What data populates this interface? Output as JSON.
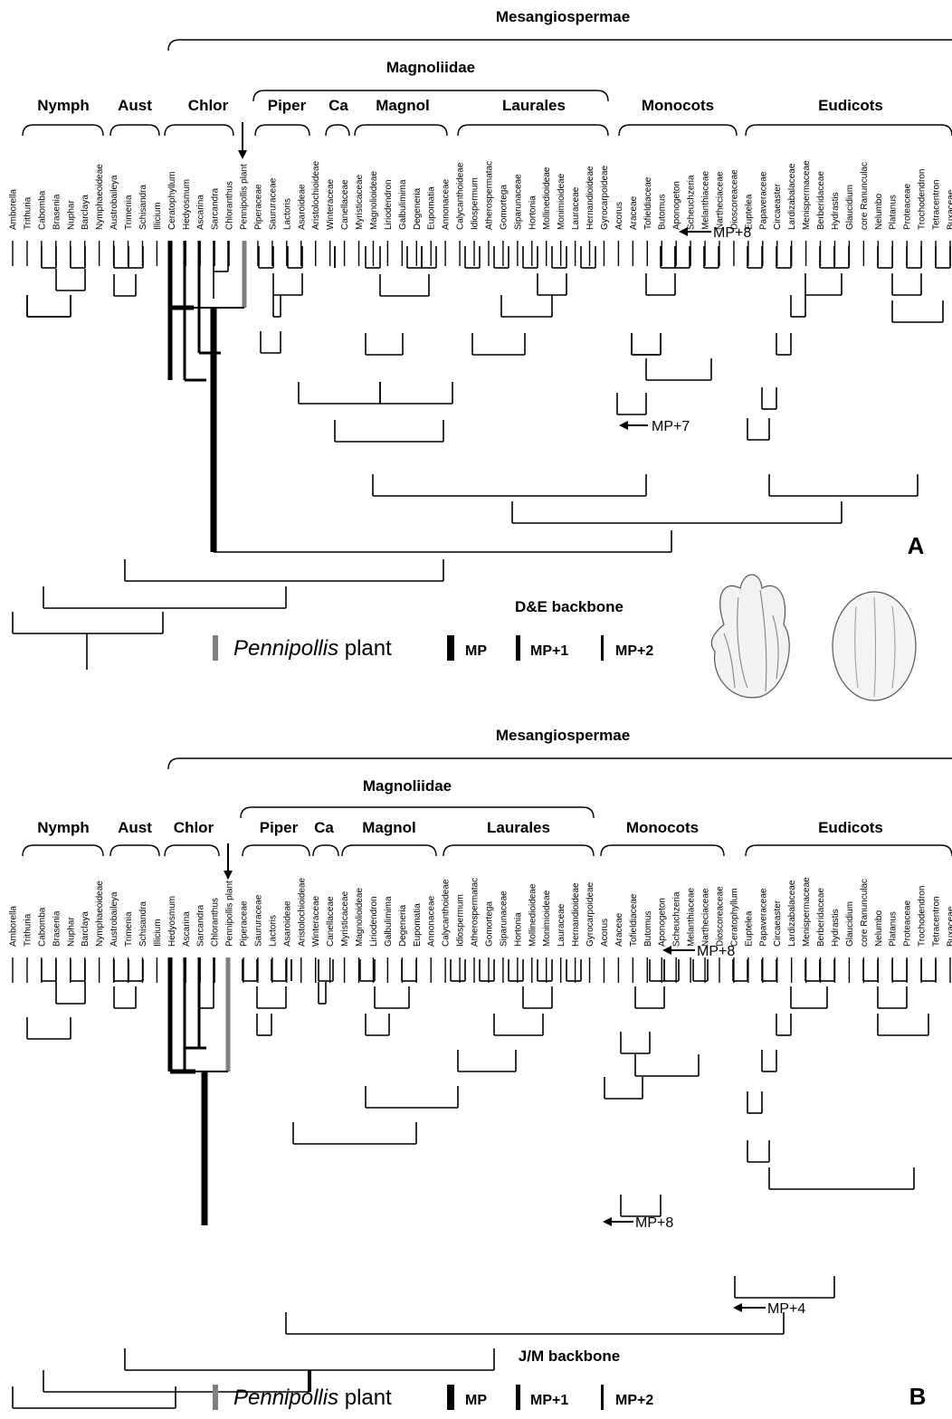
{
  "panels": [
    {
      "id": "A",
      "letter": "A",
      "backbone": "D&E backbone",
      "super_clade": "Mesangiospermae",
      "sub_clade": "Magnoliidae",
      "groups": [
        "Nymph",
        "Aust",
        "Chlor",
        "Piper",
        "Ca",
        "Magnol",
        "Laurales",
        "Monocots",
        "Eudicots"
      ],
      "taxa": [
        "Amborella",
        "Trithuria",
        "Cabomba",
        "Brasenia",
        "Nuphar",
        "Barclaya",
        "Nymphaeoideae",
        "Austrobaileya",
        "Trimenia",
        "Schisandra",
        "Illicium",
        "Ceratophyllum",
        "Hedyosmum",
        "Ascarina",
        "Sarcandra",
        "Chloranthus",
        "Pennipollis plant",
        "Piperaceae",
        "Saururaceae",
        "Lactoris",
        "Asaroideae",
        "Aristolochioideae",
        "Winteraceae",
        "Canellaceae",
        "Myristicaceae",
        "Magnolioideae",
        "Liriodendron",
        "Galbulimima",
        "Degeneria",
        "Eupomatia",
        "Annonaceae",
        "Calycanthoideae",
        "Idiospermum",
        "Atherospermatac",
        "Gomortega",
        "Siparunaceae",
        "Hortonia",
        "Mollinedioideae",
        "Monimioideae",
        "Lauraceae",
        "Hernandioideae",
        "Gyrocarpoideae",
        "Acorus",
        "Araceae",
        "Tofieldiaceae",
        "Butomus",
        "Aponogeton",
        "Scheuchzeria",
        "Melanthiaceae",
        "Nartheciaceae",
        "Dioscoreaceae",
        "Euptelea",
        "Papaveraceae",
        "Circaeaster",
        "Lardizabalaceae",
        "Menispermaceae",
        "Berberidaceae",
        "Hydrastis",
        "Glaucidium",
        "core Ranunculac",
        "Nelumbo",
        "Platanus",
        "Proteaceae",
        "Trochodendron",
        "Tetracentron",
        "Buxaceae"
      ],
      "annotations": [
        "MP+8",
        "MP+7"
      ]
    },
    {
      "id": "B",
      "letter": "B",
      "backbone": "J/M backbone",
      "super_clade": "Mesangiospermae",
      "sub_clade": "Magnoliidae",
      "groups": [
        "Nymph",
        "Aust",
        "Chlor",
        "Piper",
        "Ca",
        "Magnol",
        "Laurales",
        "Monocots",
        "Eudicots"
      ],
      "taxa": [
        "Amborella",
        "Trithuria",
        "Cabomba",
        "Brasenia",
        "Nuphar",
        "Barclaya",
        "Nymphaeoideae",
        "Austrobaileya",
        "Trimenia",
        "Schisandra",
        "Illicium",
        "Hedyosmum",
        "Ascarina",
        "Sarcandra",
        "Chloranthus",
        "Pennipollis plant",
        "Piperaceae",
        "Saururaceae",
        "Lactoris",
        "Asaroideae",
        "Aristolochioideae",
        "Winteraceae",
        "Canellaceae",
        "Myristicaceae",
        "Magnolioideae",
        "Liriodendron",
        "Galbulimima",
        "Degeneria",
        "Eupomatia",
        "Annonaceae",
        "Calycanthoideae",
        "Idiospermum",
        "Atherospermatac",
        "Gomortega",
        "Siparunaceae",
        "Hortonia",
        "Mollinedioideae",
        "Monimioideae",
        "Lauraceae",
        "Hernandioideae",
        "Gyrocarpoideae",
        "Acorus",
        "Araceae",
        "Tofieldiaceae",
        "Butomus",
        "Aponogeton",
        "Scheuchzeria",
        "Melanthiaceae",
        "Nartheciaceae",
        "Dioscoreaceae",
        "Ceratophyllum",
        "Euptelea",
        "Papaveraceae",
        "Circaeaster",
        "Lardizabalaceae",
        "Menispermaceae",
        "Berberidaceae",
        "Hydrastis",
        "Glaucidium",
        "core Ranunculac",
        "Nelumbo",
        "Platanus",
        "Proteaceae",
        "Trochodendron",
        "Tetracentron",
        "Buxaceae"
      ],
      "annotations": [
        "MP+8",
        "MP+8",
        "MP+4"
      ]
    }
  ],
  "legend": {
    "pennipollis_italic": "Pennipollis",
    "pennipollis_suffix": " plant",
    "mp": "MP",
    "mp1": "MP+1",
    "mp2": "MP+2"
  },
  "colors": {
    "line": "#000000",
    "pennipollis_bar": "#808080"
  }
}
